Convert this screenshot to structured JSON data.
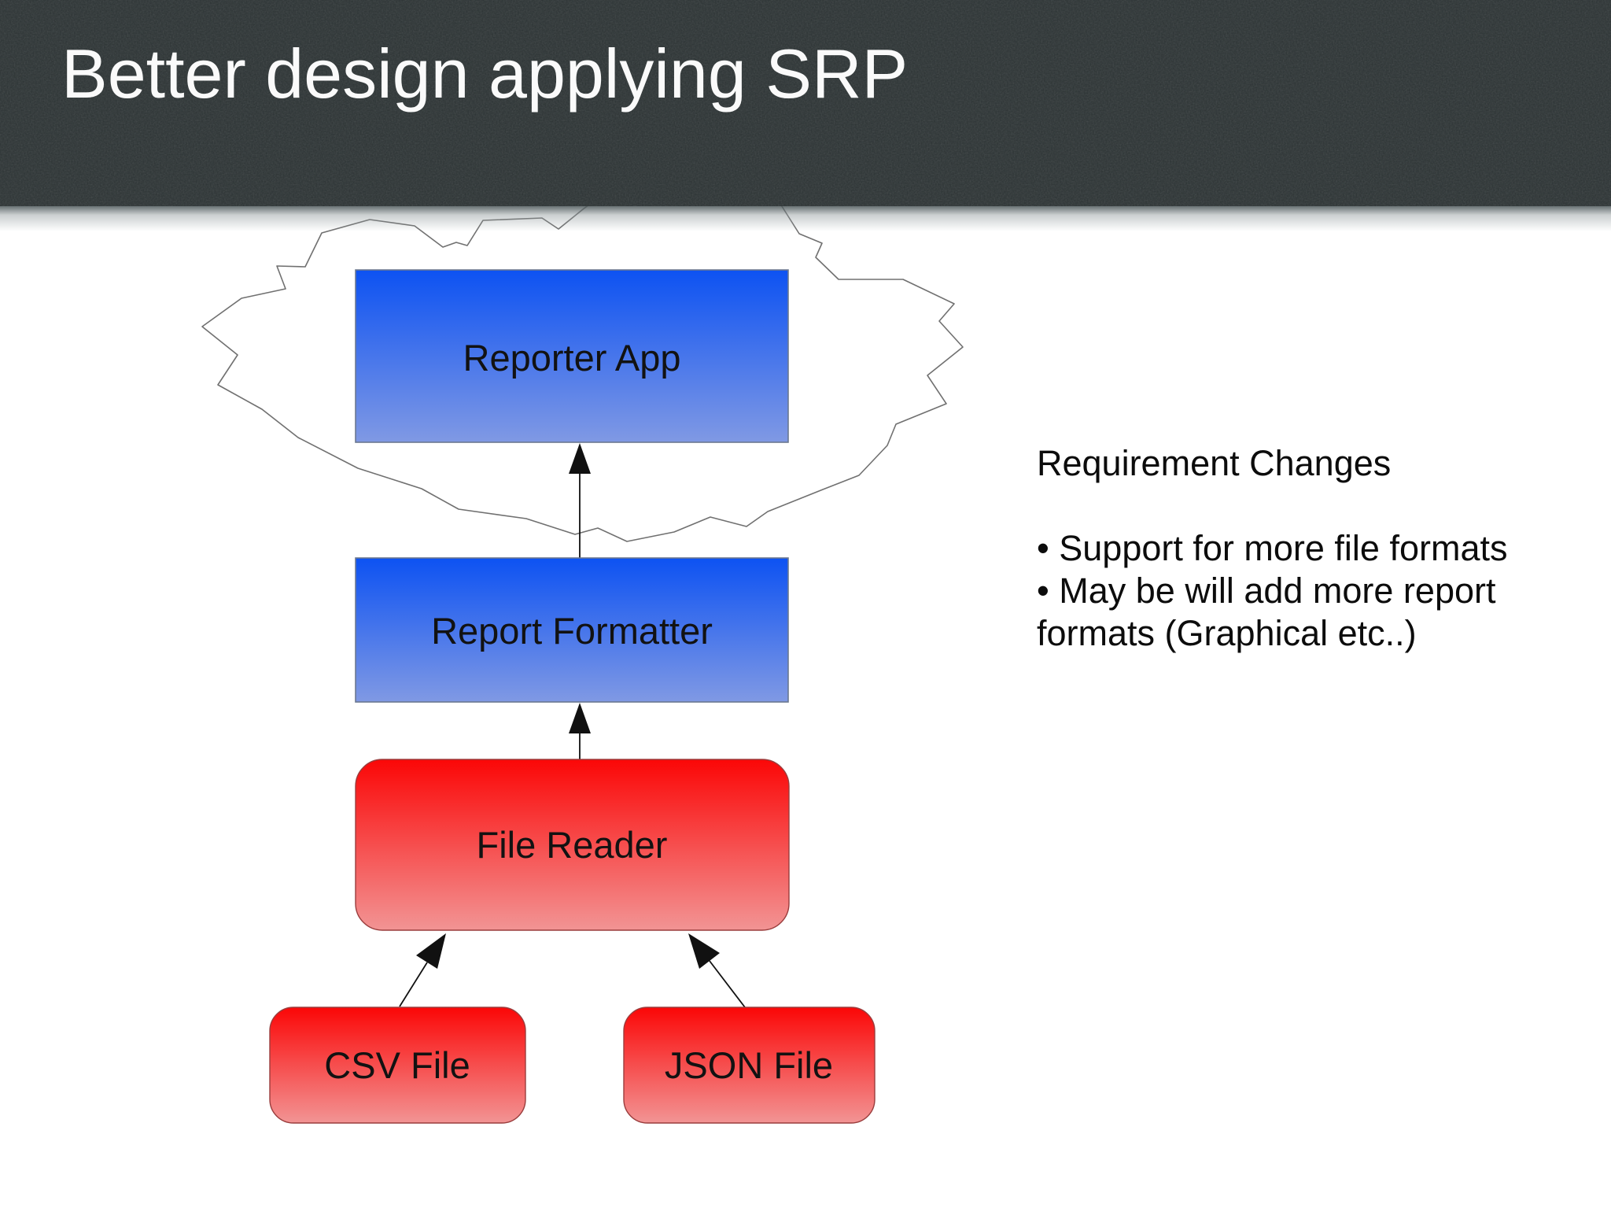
{
  "slide": {
    "title": "Better design applying SRP"
  },
  "diagram": {
    "cloud": {
      "name": "requirement-cloud"
    },
    "nodes": [
      {
        "id": "reporter-app",
        "label": "Reporter App",
        "shape": "rect",
        "style": "blue-gradient"
      },
      {
        "id": "report-formatter",
        "label": "Report Formatter",
        "shape": "rect",
        "style": "blue-gradient"
      },
      {
        "id": "file-reader",
        "label": "File Reader",
        "shape": "rounded-rect",
        "style": "red-gradient"
      },
      {
        "id": "csv-file",
        "label": "CSV File",
        "shape": "rounded-rect",
        "style": "red-gradient"
      },
      {
        "id": "json-file",
        "label": "JSON File",
        "shape": "rounded-rect",
        "style": "red-gradient"
      }
    ],
    "edges": [
      {
        "from": "report-formatter",
        "to": "reporter-app"
      },
      {
        "from": "file-reader",
        "to": "report-formatter"
      },
      {
        "from": "csv-file",
        "to": "file-reader"
      },
      {
        "from": "json-file",
        "to": "file-reader"
      }
    ]
  },
  "right_panel": {
    "heading": "Requirement Changes",
    "lines": [
      "• Support for more file formats",
      "• May be will add more report",
      "formats (Graphical etc..)"
    ]
  },
  "colors": {
    "header_bg": "#2c3334",
    "title_text": "#fafafa",
    "blue_top": "#0d52f2",
    "blue_bottom": "#8099e4",
    "red_top": "#fb0707",
    "red_bottom": "#f29494",
    "box_border_blue": "#6b7890",
    "box_border_red": "#9a3d3d",
    "cloud_stroke": "#707070",
    "arrow_color": "#111111"
  }
}
